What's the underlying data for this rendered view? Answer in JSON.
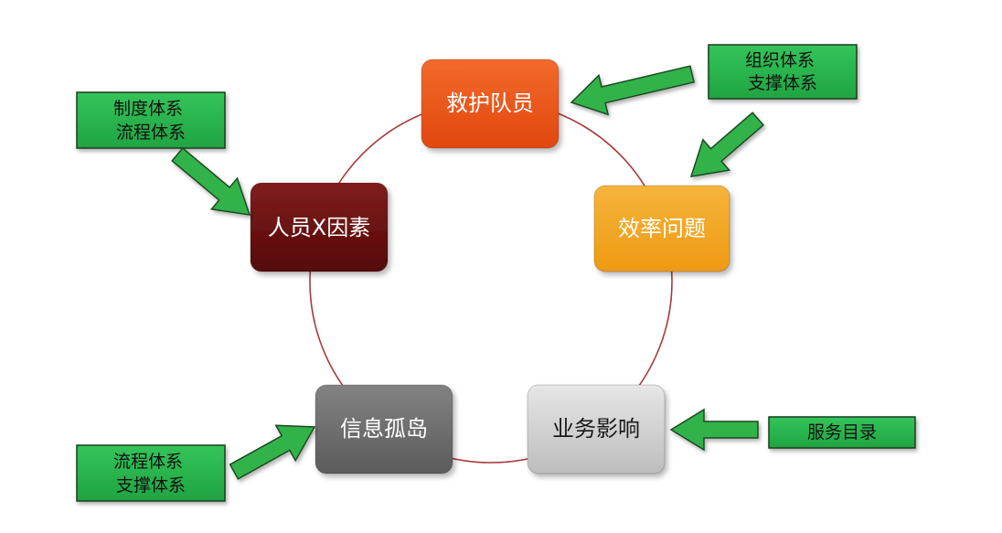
{
  "diagram": {
    "circle_color": "#A8393A",
    "nodes": {
      "rescue_team": {
        "label": "救护队员",
        "fill_top": "#F36A2C",
        "fill_bottom": "#E1470E",
        "text_color": "#FFFFFF"
      },
      "efficiency": {
        "label": "效率问题",
        "fill_top": "#F6B43C",
        "fill_bottom": "#EE9A12",
        "text_color": "#FFFFFF"
      },
      "business_impact": {
        "label": "业务影响",
        "fill_top": "#E6E6E6",
        "fill_bottom": "#BDBDBD",
        "text_color": "#1A1A1A"
      },
      "info_island": {
        "label": "信息孤岛",
        "fill_top": "#828282",
        "fill_bottom": "#5B5B5B",
        "text_color": "#FFFFFF"
      },
      "human_factor": {
        "label": "人员X因素",
        "fill_top": "#801E1E",
        "fill_bottom": "#550707",
        "text_color": "#FFFFFF"
      }
    },
    "tags": {
      "org_support": {
        "lines": [
          "组织体系",
          "支撑体系"
        ]
      },
      "policy_process": {
        "lines": [
          "制度体系",
          "流程体系"
        ]
      },
      "process_support": {
        "lines": [
          "流程体系",
          "支撑体系"
        ]
      },
      "service_catalog": {
        "lines": [
          "服务目录"
        ]
      }
    },
    "tag_fill_top": "#34C45A",
    "tag_fill_bottom": "#1FA441",
    "arrow_fill": "#30B34A"
  }
}
